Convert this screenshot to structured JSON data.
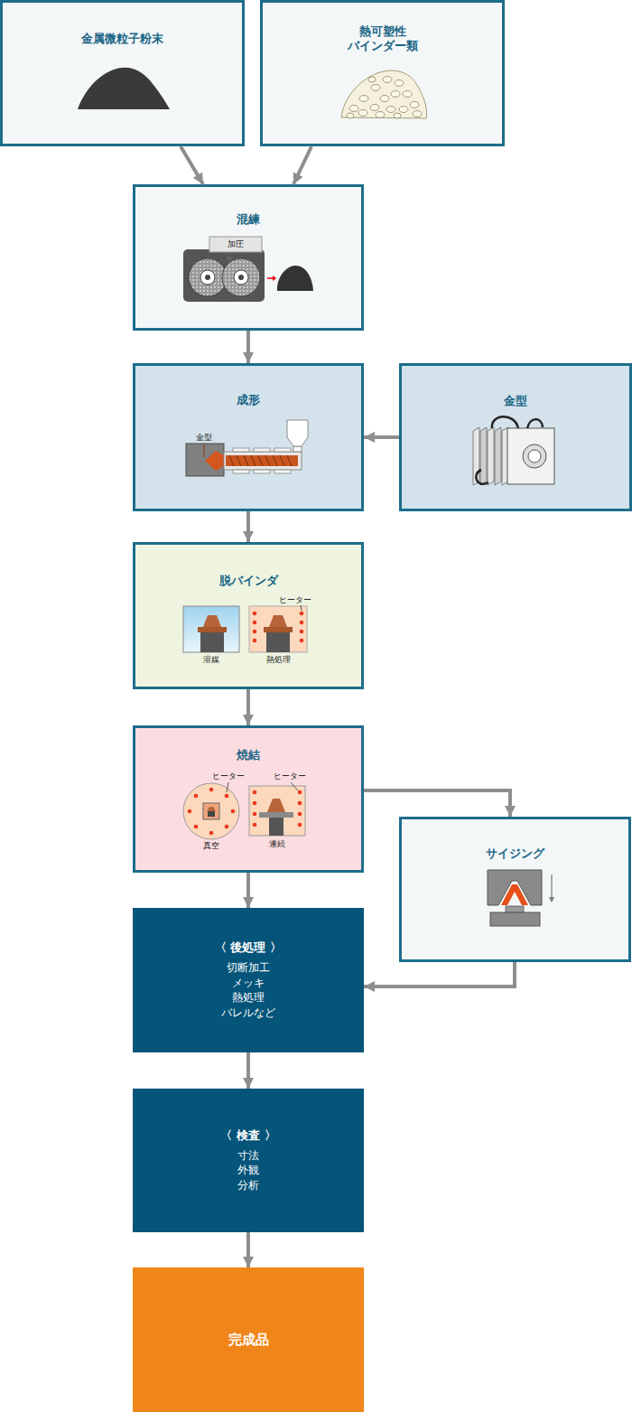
{
  "diagram": {
    "nodes": [
      {
        "text": [
          "金属微粒子粉末"
        ]
      },
      {
        "text": [
          "熱可塑性 バインダー類"
        ]
      },
      {
        "text": [
          "混練"
        ]
      },
      {
        "text": [
          "成形"
        ]
      },
      {
        "text": [
          "金型"
        ]
      },
      {
        "text": [
          "脱バインダ"
        ]
      },
      {
        "text": [
          "焼結"
        ]
      },
      {
        "text": [
          "サイジング"
        ]
      },
      {
        "text": [
          "〈 後処理 〉",
          "切断加工 メッキ 熱処理 バレルなど"
        ]
      },
      {
        "text": [
          "〈 検査 〉",
          "寸法 外観 分析"
        ]
      },
      {
        "text": [
          "完成品"
        ]
      }
    ],
    "edges": [
      {
        "from": 0,
        "to": 2,
        "arrow": "to"
      },
      {
        "from": 1,
        "to": 2,
        "arrow": "to"
      },
      {
        "from": 2,
        "to": 3,
        "arrow": "to"
      },
      {
        "from": 4,
        "to": 3,
        "arrow": "to"
      },
      {
        "from": 3,
        "to": 5,
        "arrow": "to"
      },
      {
        "from": 5,
        "to": 6,
        "arrow": "to"
      },
      {
        "from": 6,
        "to": 7,
        "arrow": "to"
      },
      {
        "from": 7,
        "to": 8,
        "arrow": "to"
      },
      {
        "from": 6,
        "to": 8,
        "arrow": "to"
      },
      {
        "from": 8,
        "to": 9,
        "arrow": "to"
      },
      {
        "from": 9,
        "to": 10,
        "arrow": "to"
      }
    ],
    "labels": [
      "加圧",
      "金型",
      "ヒーター",
      "溶媒",
      "熱処理",
      "ヒーター",
      "ヒーター",
      "真空",
      "連続"
    ]
  }
}
